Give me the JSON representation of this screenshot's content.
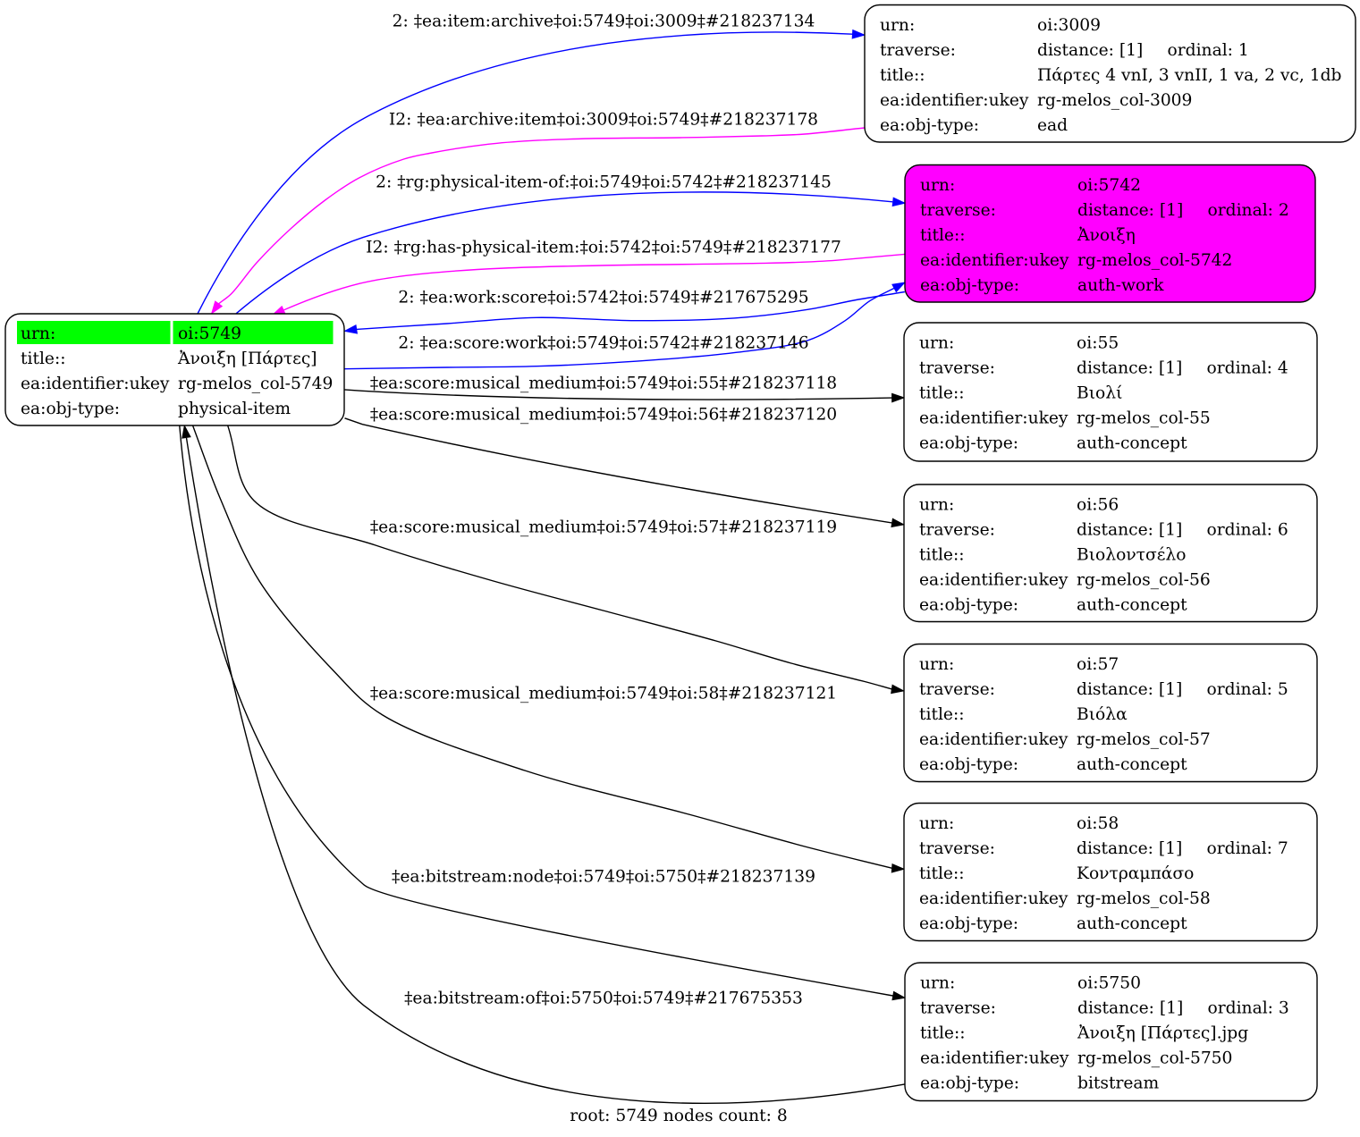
{
  "graph": {
    "caption": "root: 5749 nodes count: 8",
    "colors": {
      "background": "#ffffff",
      "node_border": "#000000",
      "text": "#000000",
      "root_highlight": "#00ff00",
      "work_node_fill": "#ff00ff",
      "forward_edge": "#0000ff",
      "inverse_edge": "#ff00ff",
      "plain_edge": "#000000"
    },
    "nodes": [
      {
        "urn": "oi:5749",
        "rows": [
          {
            "key": "urn:",
            "value": "oi:5749"
          },
          {
            "key": "title::",
            "value": "Ἀνοιξη [Πάρτες]"
          },
          {
            "key": "ea:identifier:ukey",
            "value": "rg-melos_col-5749"
          },
          {
            "key": "ea:obj-type:",
            "value": "physical-item"
          }
        ],
        "highlight": "row-urn"
      },
      {
        "urn": "oi:3009",
        "rows": [
          {
            "key": "urn:",
            "value": "oi:3009"
          },
          {
            "key": "traverse:",
            "value": "distance: [1]",
            "ordinal": "ordinal: 1"
          },
          {
            "key": "title::",
            "value": "Πάρτες 4 vnI, 3 vnII, 1 va, 2 vc, 1db"
          },
          {
            "key": "ea:identifier:ukey",
            "value": "rg-melos_col-3009"
          },
          {
            "key": "ea:obj-type:",
            "value": "ead"
          }
        ]
      },
      {
        "urn": "oi:5742",
        "rows": [
          {
            "key": "urn:",
            "value": "oi:5742"
          },
          {
            "key": "traverse:",
            "value": "distance: [1]",
            "ordinal": "ordinal: 2"
          },
          {
            "key": "title::",
            "value": "Ἀνοιξη"
          },
          {
            "key": "ea:identifier:ukey",
            "value": "rg-melos_col-5742"
          },
          {
            "key": "ea:obj-type:",
            "value": "auth-work"
          }
        ],
        "fill": "#ff00ff"
      },
      {
        "urn": "oi:55",
        "rows": [
          {
            "key": "urn:",
            "value": "oi:55"
          },
          {
            "key": "traverse:",
            "value": "distance: [1]",
            "ordinal": "ordinal: 4"
          },
          {
            "key": "title::",
            "value": "Βιολί"
          },
          {
            "key": "ea:identifier:ukey",
            "value": "rg-melos_col-55"
          },
          {
            "key": "ea:obj-type:",
            "value": "auth-concept"
          }
        ]
      },
      {
        "urn": "oi:56",
        "rows": [
          {
            "key": "urn:",
            "value": "oi:56"
          },
          {
            "key": "traverse:",
            "value": "distance: [1]",
            "ordinal": "ordinal: 6"
          },
          {
            "key": "title::",
            "value": "Βιολοντσέλο"
          },
          {
            "key": "ea:identifier:ukey",
            "value": "rg-melos_col-56"
          },
          {
            "key": "ea:obj-type:",
            "value": "auth-concept"
          }
        ]
      },
      {
        "urn": "oi:57",
        "rows": [
          {
            "key": "urn:",
            "value": "oi:57"
          },
          {
            "key": "traverse:",
            "value": "distance: [1]",
            "ordinal": "ordinal: 5"
          },
          {
            "key": "title::",
            "value": "Βιόλα"
          },
          {
            "key": "ea:identifier:ukey",
            "value": "rg-melos_col-57"
          },
          {
            "key": "ea:obj-type:",
            "value": "auth-concept"
          }
        ]
      },
      {
        "urn": "oi:58",
        "rows": [
          {
            "key": "urn:",
            "value": "oi:58"
          },
          {
            "key": "traverse:",
            "value": "distance: [1]",
            "ordinal": "ordinal: 7"
          },
          {
            "key": "title::",
            "value": "Κοντραμπάσο"
          },
          {
            "key": "ea:identifier:ukey",
            "value": "rg-melos_col-58"
          },
          {
            "key": "ea:obj-type:",
            "value": "auth-concept"
          }
        ]
      },
      {
        "urn": "oi:5750",
        "rows": [
          {
            "key": "urn:",
            "value": "oi:5750"
          },
          {
            "key": "traverse:",
            "value": "distance: [1]",
            "ordinal": "ordinal: 3"
          },
          {
            "key": "title::",
            "value": "Ἀνοιξη [Πάρτες].jpg"
          },
          {
            "key": "ea:identifier:ukey",
            "value": "rg-melos_col-5750"
          },
          {
            "key": "ea:obj-type:",
            "value": "bitstream"
          }
        ]
      }
    ],
    "edges": [
      {
        "label": "2: ‡ea:item:archive‡oi:5749‡oi:3009‡#218237134",
        "color": "#0000ff"
      },
      {
        "label": "I2: ‡ea:archive:item‡oi:3009‡oi:5749‡#218237178",
        "color": "#ff00ff"
      },
      {
        "label": "2: ‡rg:physical-item-of:‡oi:5749‡oi:5742‡#218237145",
        "color": "#0000ff"
      },
      {
        "label": "I2: ‡rg:has-physical-item:‡oi:5742‡oi:5749‡#218237177",
        "color": "#ff00ff"
      },
      {
        "label": "2: ‡ea:work:score‡oi:5742‡oi:5749‡#217675295",
        "color": "#0000ff"
      },
      {
        "label": "2: ‡ea:score:work‡oi:5749‡oi:5742‡#218237146",
        "color": "#0000ff"
      },
      {
        "label": "‡ea:score:musical_medium‡oi:5749‡oi:55‡#218237118",
        "color": "#000000"
      },
      {
        "label": "‡ea:score:musical_medium‡oi:5749‡oi:56‡#218237120",
        "color": "#000000"
      },
      {
        "label": "‡ea:score:musical_medium‡oi:5749‡oi:57‡#218237119",
        "color": "#000000"
      },
      {
        "label": "‡ea:score:musical_medium‡oi:5749‡oi:58‡#218237121",
        "color": "#000000"
      },
      {
        "label": "‡ea:bitstream:node‡oi:5749‡oi:5750‡#218237139",
        "color": "#000000"
      },
      {
        "label": "‡ea:bitstream:of‡oi:5750‡oi:5749‡#217675353",
        "color": "#000000"
      }
    ]
  }
}
